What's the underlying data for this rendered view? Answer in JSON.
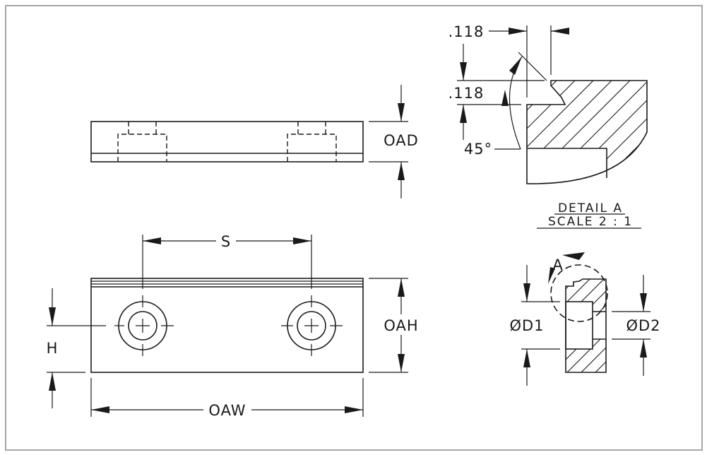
{
  "drawing": {
    "top_view": {
      "dimension_label": "OAD"
    },
    "front_view": {
      "spacing_label": "S",
      "height_label": "OAH",
      "width_label": "OAW",
      "hole_height_label": "H"
    },
    "detail_a": {
      "horizontal_dim": ".118",
      "vertical_dim": ".118",
      "angle": "45°",
      "title": "DETAIL A",
      "scale": "SCALE 2 : 1"
    },
    "section_view": {
      "callout": "A",
      "counterbore_dia": "ØD1",
      "hole_dia": "ØD2"
    }
  },
  "colors": {
    "line": "#1a1a1a",
    "frame": "#a6a6a6",
    "background": "#ffffff"
  }
}
